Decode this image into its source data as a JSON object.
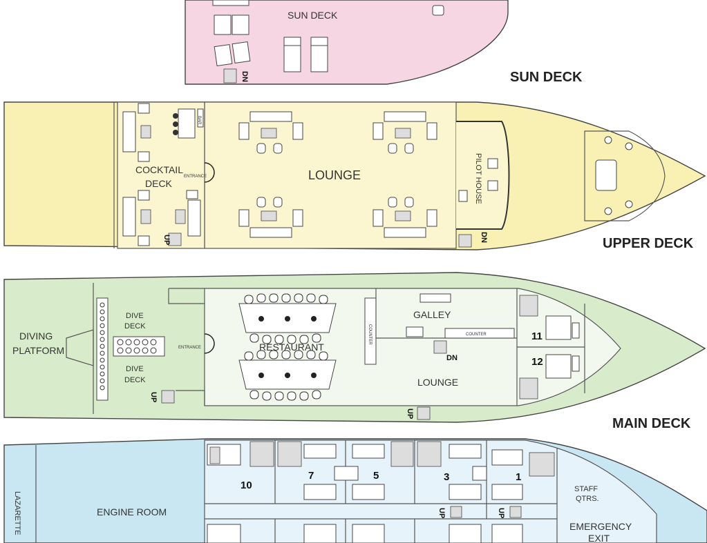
{
  "colors": {
    "sun_deck": "#f7d6e4",
    "upper_deck": "#f8f1b3",
    "upper_deck_inner": "#fbf6cf",
    "main_deck": "#d8eccb",
    "main_deck_inner": "#f3f8ee",
    "lower_deck": "#c9e6f3",
    "lower_deck_inner": "#e6f3fa",
    "wall": "#555555",
    "text": "#222222"
  },
  "decks": {
    "sun": {
      "title": "SUN DECK",
      "rooms": {
        "sun_deck": "SUN DECK"
      },
      "stairs": {
        "down": "DN"
      }
    },
    "upper": {
      "title": "UPPER DECK",
      "rooms": {
        "cocktail_line1": "COCKTAIL",
        "cocktail_line2": "DECK",
        "lounge": "LOUNGE",
        "pilot_house": "PILOT HOUSE",
        "entrance": "ENTRANCE",
        "bar": "BAR"
      },
      "stairs": {
        "up": "UP",
        "down": "DN"
      }
    },
    "main": {
      "title": "MAIN DECK",
      "rooms": {
        "diving_line1": "DIVING",
        "diving_line2": "PLATFORM",
        "dive_deck_top_line1": "DIVE",
        "dive_deck_top_line2": "DECK",
        "dive_deck_bottom_line1": "DIVE",
        "dive_deck_bottom_line2": "DECK",
        "entrance": "ENTRANCE",
        "restaurant": "RESTAURANT",
        "lounge": "LOUNGE",
        "galley": "GALLEY",
        "counter_vertical": "COUNTER",
        "counter_horizontal": "COUNTER"
      },
      "cabins": [
        "11",
        "12"
      ],
      "stairs": {
        "up_left": "UP",
        "down": "DN",
        "up_right": "UP"
      }
    },
    "lower": {
      "rooms": {
        "lazarette": "LAZARETTE",
        "engine_room": "ENGINE ROOM",
        "staff_line1": "STAFF",
        "staff_line2": "QTRS.",
        "emergency_line1": "EMERGENCY",
        "emergency_line2": "EXIT"
      },
      "cabins": [
        "10",
        "7",
        "5",
        "3",
        "1"
      ],
      "stairs": {
        "up_left": "UP",
        "up_right": "UP"
      }
    }
  }
}
